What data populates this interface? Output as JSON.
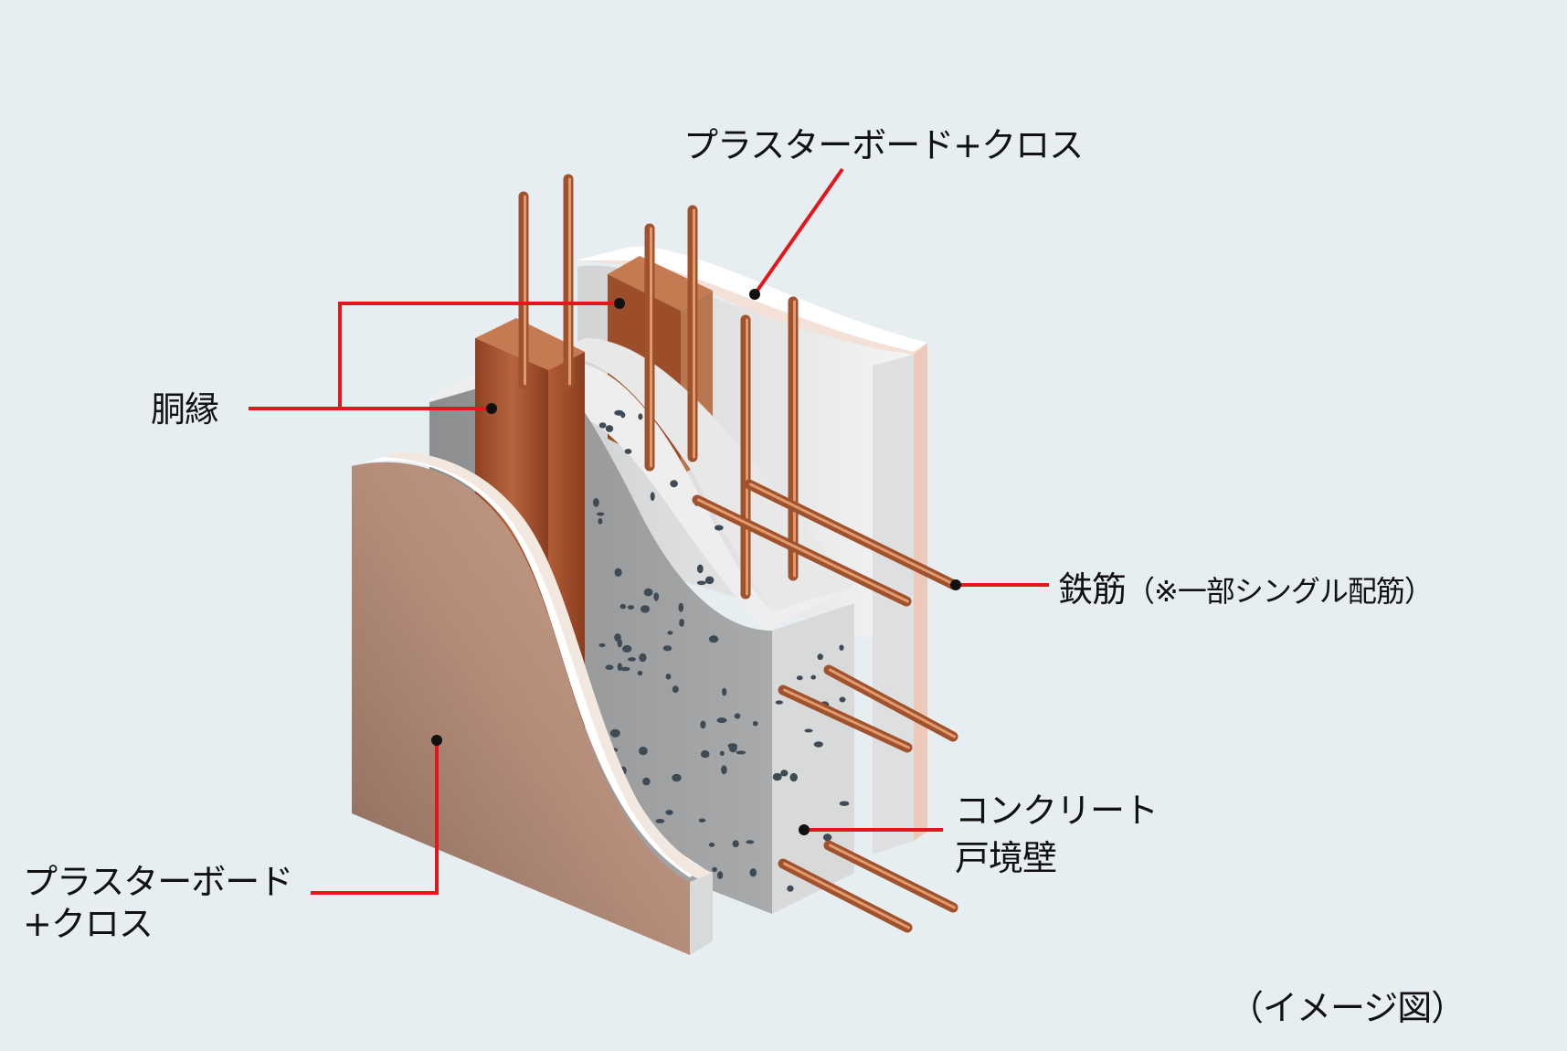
{
  "labels": {
    "board_back": "プラスターボード+クロス",
    "furring": "胴縁",
    "rebar": "鉄筋",
    "rebar_note": "（※一部シングル配筋）",
    "concrete_line1": "コンクリート",
    "concrete_line2": "戸境壁",
    "board_front_line1": "プラスターボード",
    "board_front_line2": "+クロス",
    "caption": "（イメージ図）"
  },
  "colors": {
    "background": "#e6eef1",
    "leader_line": "#e4151b",
    "concrete": "#a3a5a6",
    "rebar": "#b5643e",
    "furring": "#9c4d29",
    "board_front": "#bf9883",
    "board_back": "#ececec"
  }
}
